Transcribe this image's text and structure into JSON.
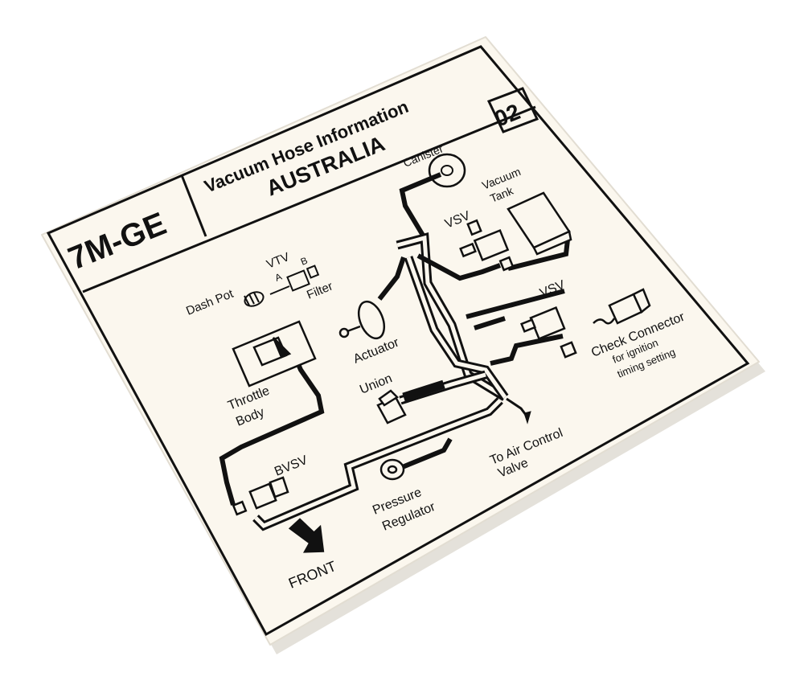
{
  "decal": {
    "engine": "7M-GE",
    "title_line1": "Vacuum Hose Information",
    "title_line2": "AUSTRALIA",
    "number": "02"
  },
  "labels": {
    "canister": "Canister",
    "vacuum_tank_1": "Vacuum",
    "vacuum_tank_2": "Tank",
    "vsv_upper": "VSV",
    "vsv_lower": "VSV",
    "vtv": "VTV",
    "vtv_a": "A",
    "vtv_b": "B",
    "dash_pot": "Dash Pot",
    "filter": "Filter",
    "actuator": "Actuator",
    "union": "Union",
    "throttle_body_1": "Throttle",
    "throttle_body_2": "Body",
    "bvsv": "BVSV",
    "pressure_regulator_1": "Pressure",
    "pressure_regulator_2": "Regulator",
    "to_air_control_1": "To Air Control",
    "to_air_control_2": "Valve",
    "check_connector": "Check Connector",
    "check_note_1": "for ignition",
    "check_note_2": "timing setting",
    "front": "FRONT"
  },
  "colors": {
    "card": "#fbf7ee",
    "ink": "#111111",
    "shadow": "#d9d6cf"
  }
}
